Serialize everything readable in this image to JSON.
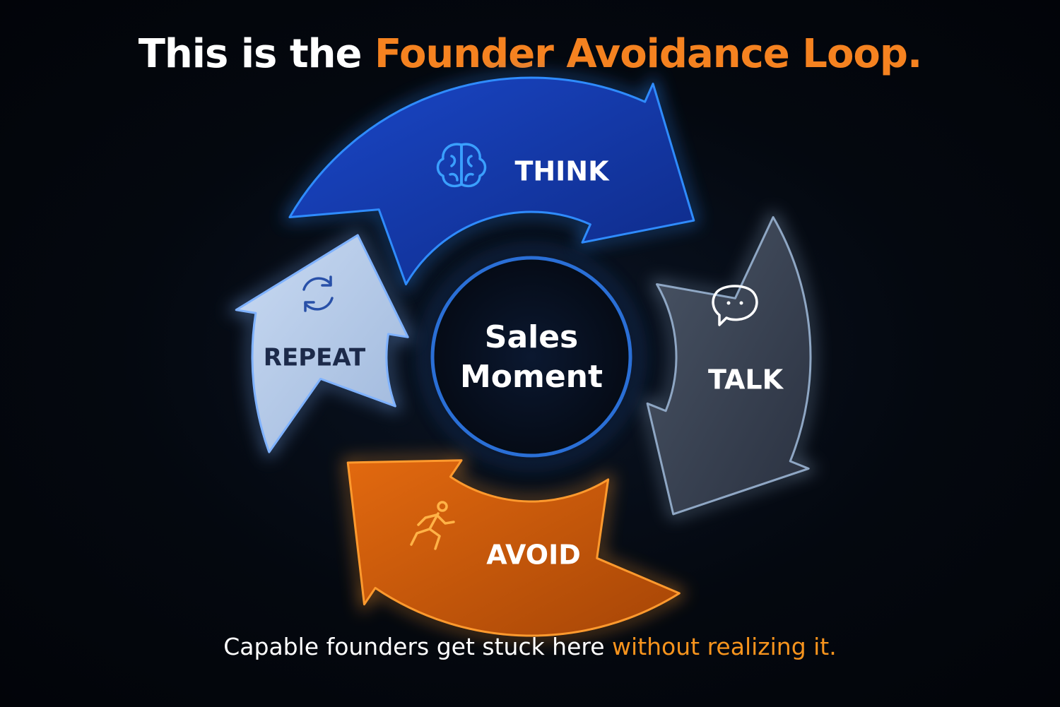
{
  "title": {
    "prefix": "This is the ",
    "highlight": "Founder Avoidance Loop."
  },
  "center": {
    "line1": "Sales",
    "line2": "Moment"
  },
  "segments": [
    {
      "key": "think",
      "label": "THINK",
      "icon": "brain-icon",
      "fill": "#1a47c8",
      "fill_dark": "#0e2a86",
      "glow": "#2f8cff",
      "text_color": "#ffffff"
    },
    {
      "key": "talk",
      "label": "TALK",
      "icon": "speech-bubble-icon",
      "fill": "#4a5566",
      "fill_dark": "#2a3140",
      "glow": "#8fa7c4",
      "text_color": "#ffffff"
    },
    {
      "key": "avoid",
      "label": "AVOID",
      "icon": "running-person-icon",
      "fill": "#e2690f",
      "fill_dark": "#a64506",
      "glow": "#ff9a2e",
      "text_color": "#ffffff"
    },
    {
      "key": "repeat",
      "label": "REPEAT",
      "icon": "cycle-arrows-icon",
      "fill": "#c9daf2",
      "fill_dark": "#9fb8dc",
      "glow": "#7fb2ff",
      "text_color": "#1c2a4a"
    }
  ],
  "footer": {
    "prefix": "Capable founders get stuck here ",
    "highlight": "without realizing it."
  }
}
